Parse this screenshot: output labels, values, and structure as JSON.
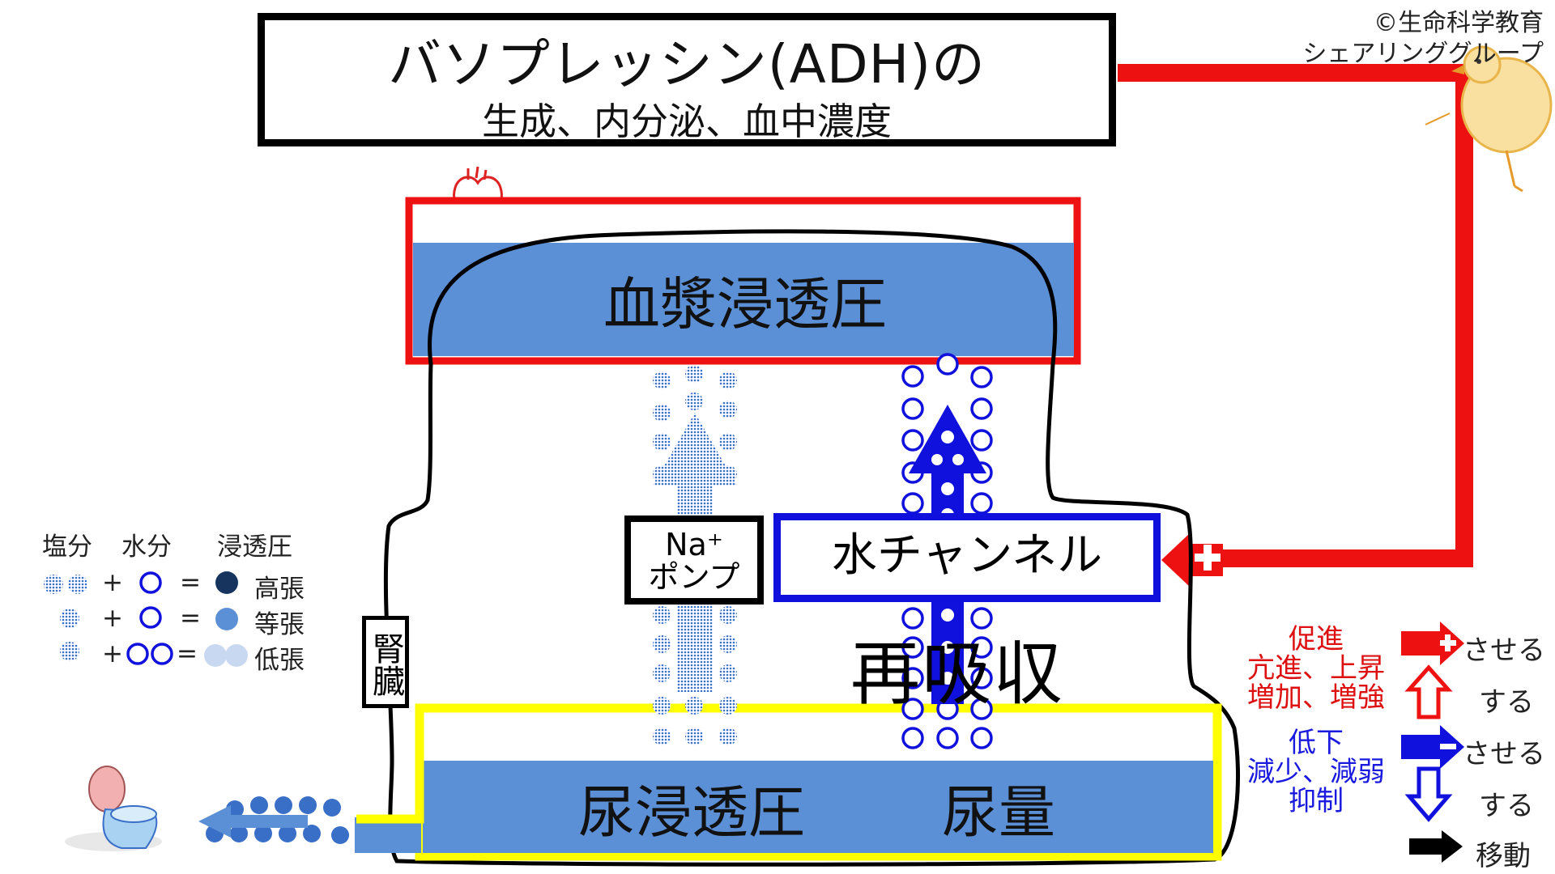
{
  "copyright": {
    "line1": "©生命科学教育",
    "line2": "シェアリンググループ"
  },
  "title": {
    "main": "バソプレッシン(ADH)の",
    "sub": "生成、内分泌、血中濃度"
  },
  "plasma_osmolarity_label": "血漿浸透圧",
  "na_pump": {
    "line1": "Na⁺",
    "line2": "ポンプ"
  },
  "water_channel_label": "水チャンネル",
  "reabsorption_label": "再吸収",
  "kidney_label": "腎臓",
  "urine_osmolarity_label": "尿浸透圧",
  "urine_volume_label": "尿量",
  "legend_left": {
    "header_salt": "塩分",
    "header_water": "水分",
    "header_osmotic": "浸透圧",
    "rows": [
      {
        "plus": "+",
        "equals": "=",
        "result": "高張"
      },
      {
        "plus": "+",
        "equals": "=",
        "result": "等張"
      },
      {
        "plus": "+",
        "equals": "=",
        "result": "低張"
      }
    ]
  },
  "legend_right": {
    "increase_words": {
      "line1": "促進",
      "line2": "亢進、上昇",
      "line3": "増加、増強"
    },
    "decrease_words": {
      "line1": "低下",
      "line2": "減少、減弱",
      "line3": "抑制"
    },
    "cause_increase": "させる",
    "do_increase": "する",
    "cause_decrease": "させる",
    "do_decrease": "する",
    "move": "移動"
  },
  "colors": {
    "red": "#ee1111",
    "blue": "#1111dd",
    "plasma_fill": "#5b8fd6",
    "yellow": "#ffff00",
    "dot_blue": "#2a5fc4"
  }
}
